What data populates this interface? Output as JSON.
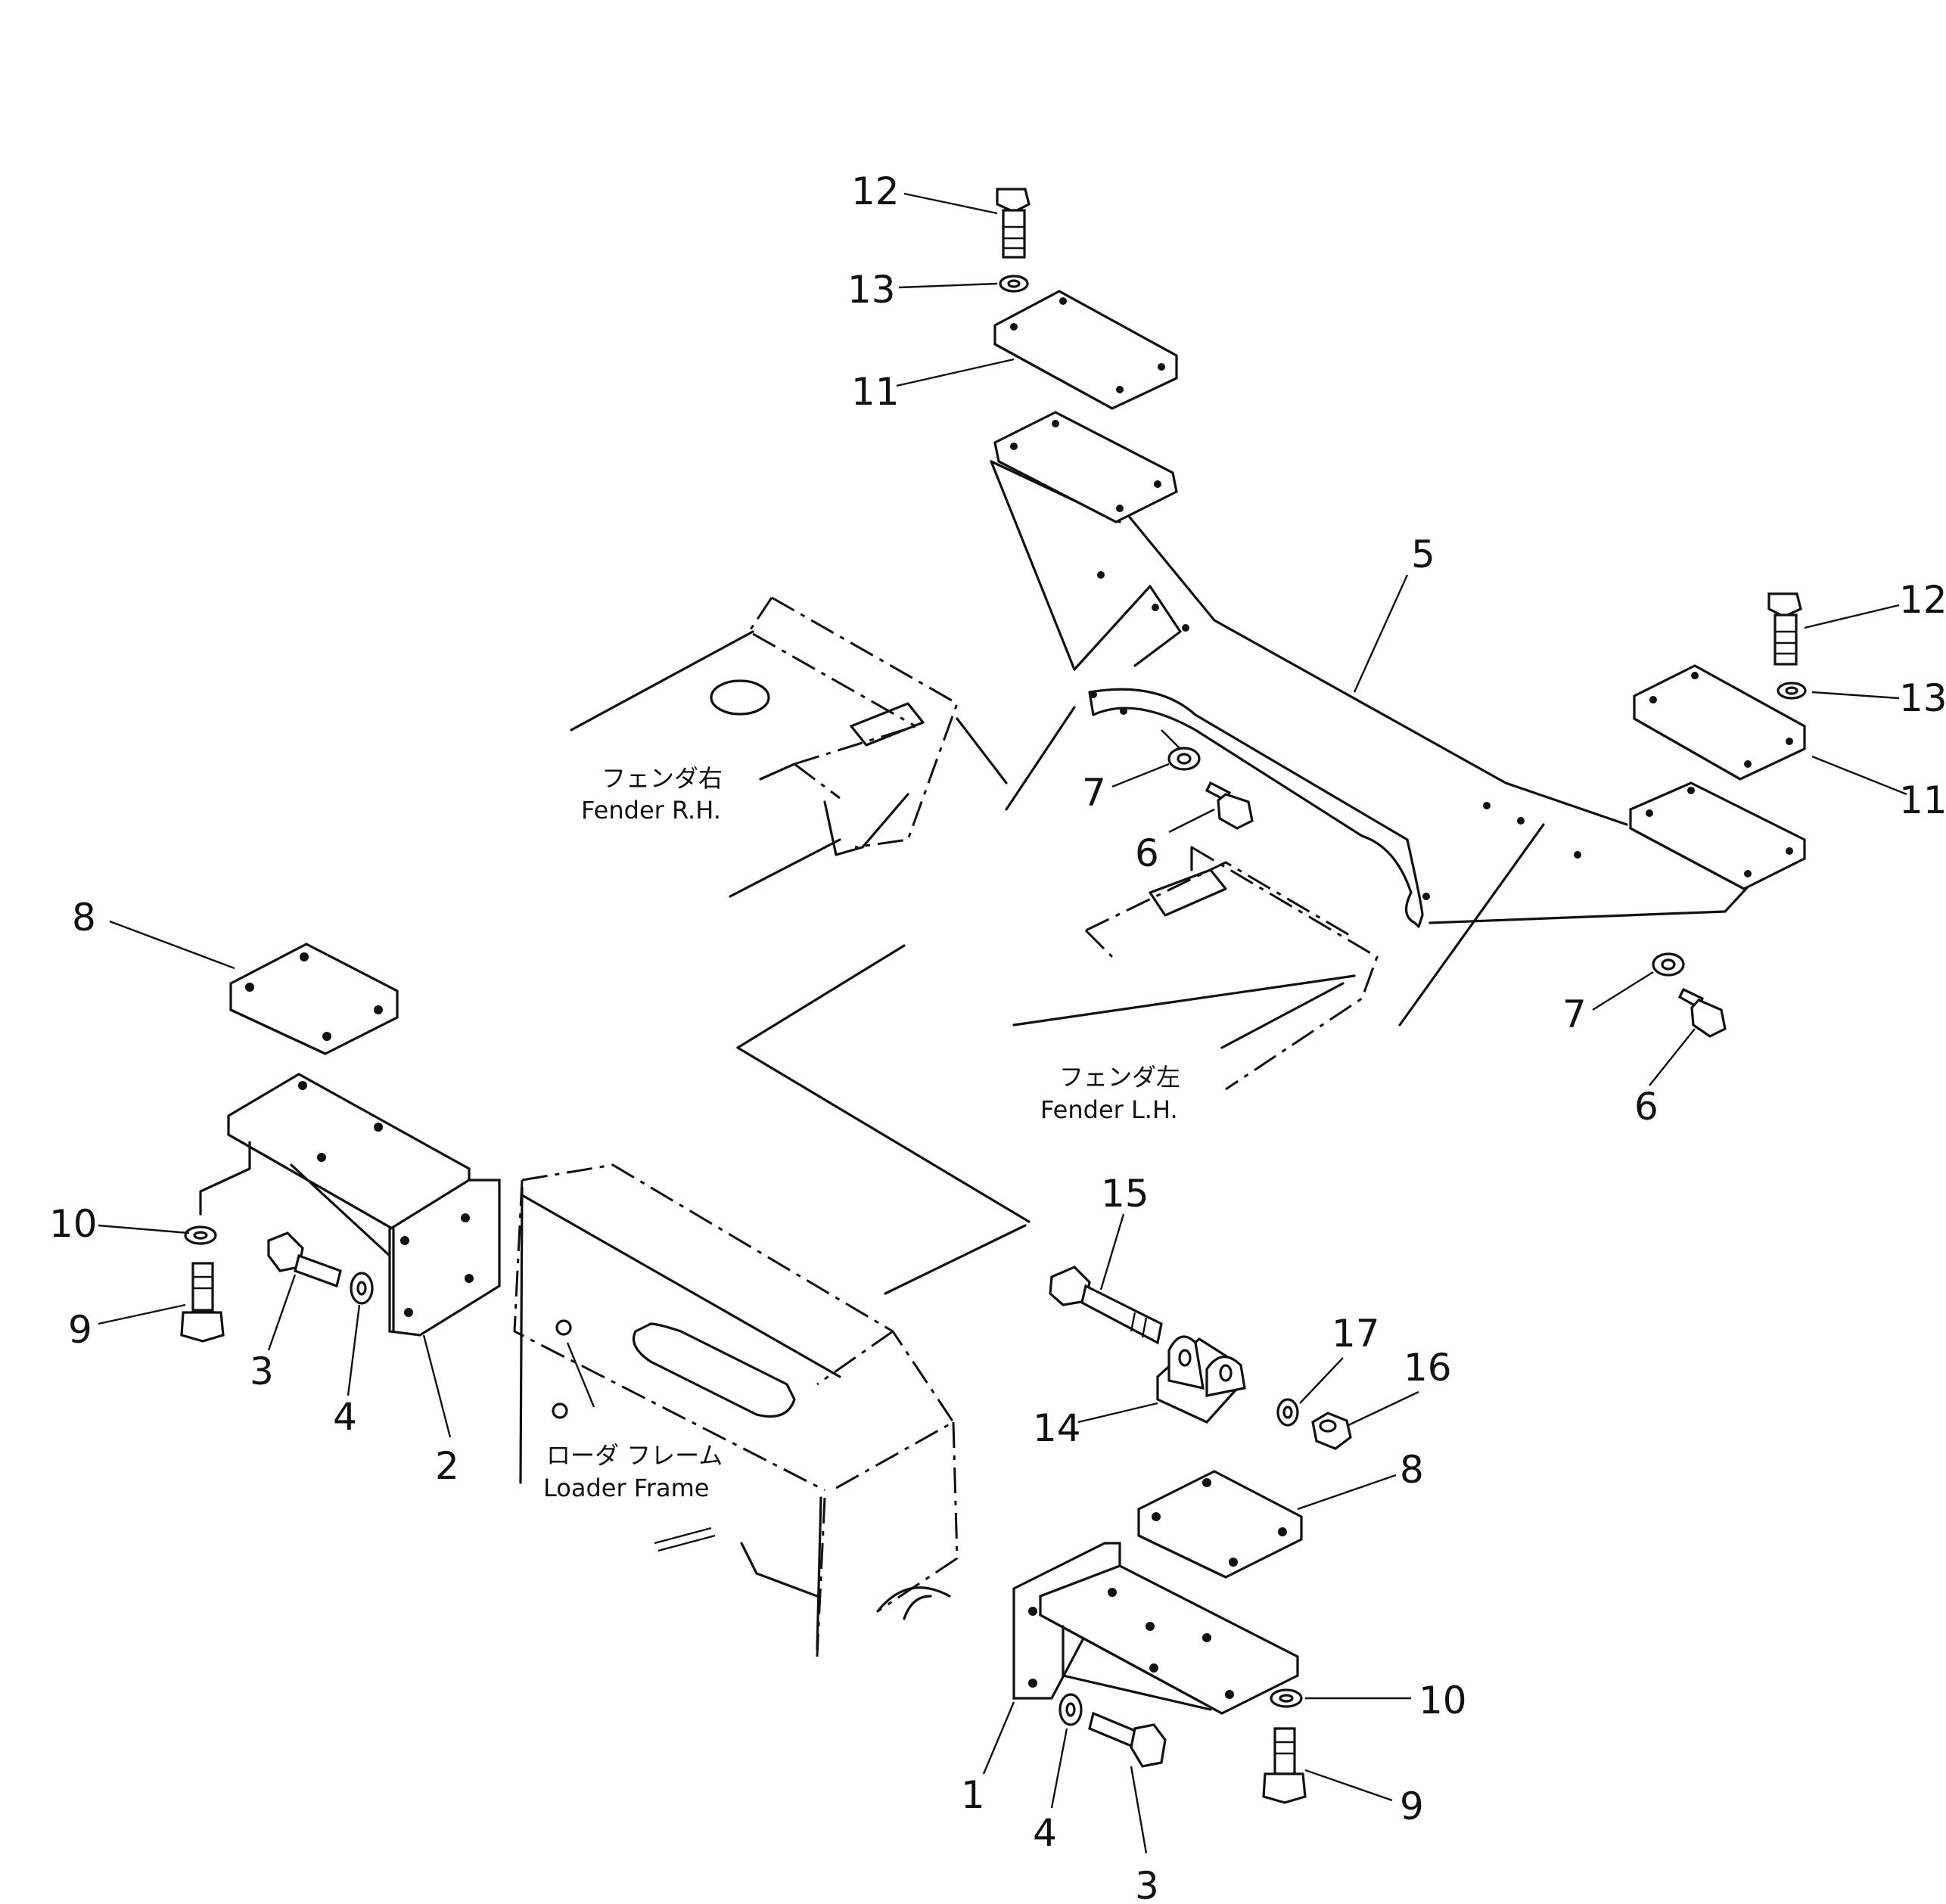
{
  "labels": {
    "fender_rh_jp": "フェンダ右",
    "fender_rh_en": "Fender R.H.",
    "fender_lh_jp": "フェンダ左",
    "fender_lh_en": "Fender L.H.",
    "loader_frame_jp": "ローダ フレーム",
    "loader_frame_en": "Loader Frame"
  },
  "callouts": [
    {
      "id": "c12a",
      "text": "12"
    },
    {
      "id": "c13a",
      "text": "13"
    },
    {
      "id": "c11a",
      "text": "11"
    },
    {
      "id": "c5",
      "text": "5"
    },
    {
      "id": "c12b",
      "text": "12"
    },
    {
      "id": "c13b",
      "text": "13"
    },
    {
      "id": "c11b",
      "text": "11"
    },
    {
      "id": "c7a",
      "text": "7"
    },
    {
      "id": "c6a",
      "text": "6"
    },
    {
      "id": "c7b",
      "text": "7"
    },
    {
      "id": "c6b",
      "text": "6"
    },
    {
      "id": "c8a",
      "text": "8"
    },
    {
      "id": "c10a",
      "text": "10"
    },
    {
      "id": "c9a",
      "text": "9"
    },
    {
      "id": "c3a",
      "text": "3"
    },
    {
      "id": "c4a",
      "text": "4"
    },
    {
      "id": "c2",
      "text": "2"
    },
    {
      "id": "c15",
      "text": "15"
    },
    {
      "id": "c17",
      "text": "17"
    },
    {
      "id": "c16",
      "text": "16"
    },
    {
      "id": "c14",
      "text": "14"
    },
    {
      "id": "c8b",
      "text": "8"
    },
    {
      "id": "c10b",
      "text": "10"
    },
    {
      "id": "c1",
      "text": "1"
    },
    {
      "id": "c4b",
      "text": "4"
    },
    {
      "id": "c3b",
      "text": "3"
    },
    {
      "id": "c9b",
      "text": "9"
    }
  ]
}
